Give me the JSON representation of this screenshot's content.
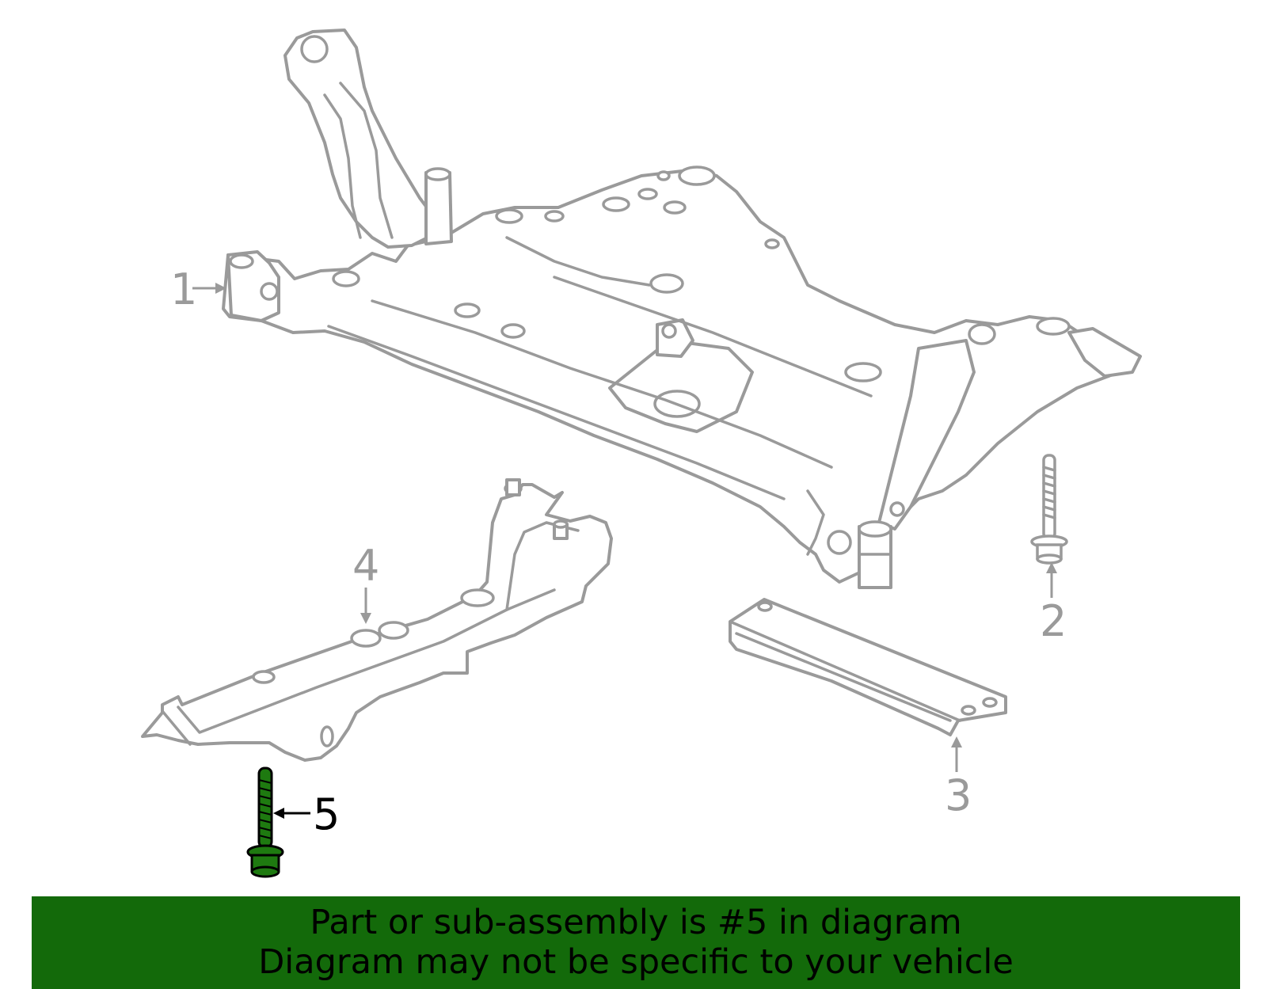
{
  "callouts": {
    "part1": "1",
    "part2": "2",
    "part3": "3",
    "part4": "4",
    "part5": "5"
  },
  "banner": {
    "line1": "Part or sub-assembly is #5 in diagram",
    "line2": "Diagram may not be specific to your vehicle"
  },
  "highlight_color": "#1e7a10",
  "banner_color": "#136a0a",
  "line_color": "#9a9a9a"
}
